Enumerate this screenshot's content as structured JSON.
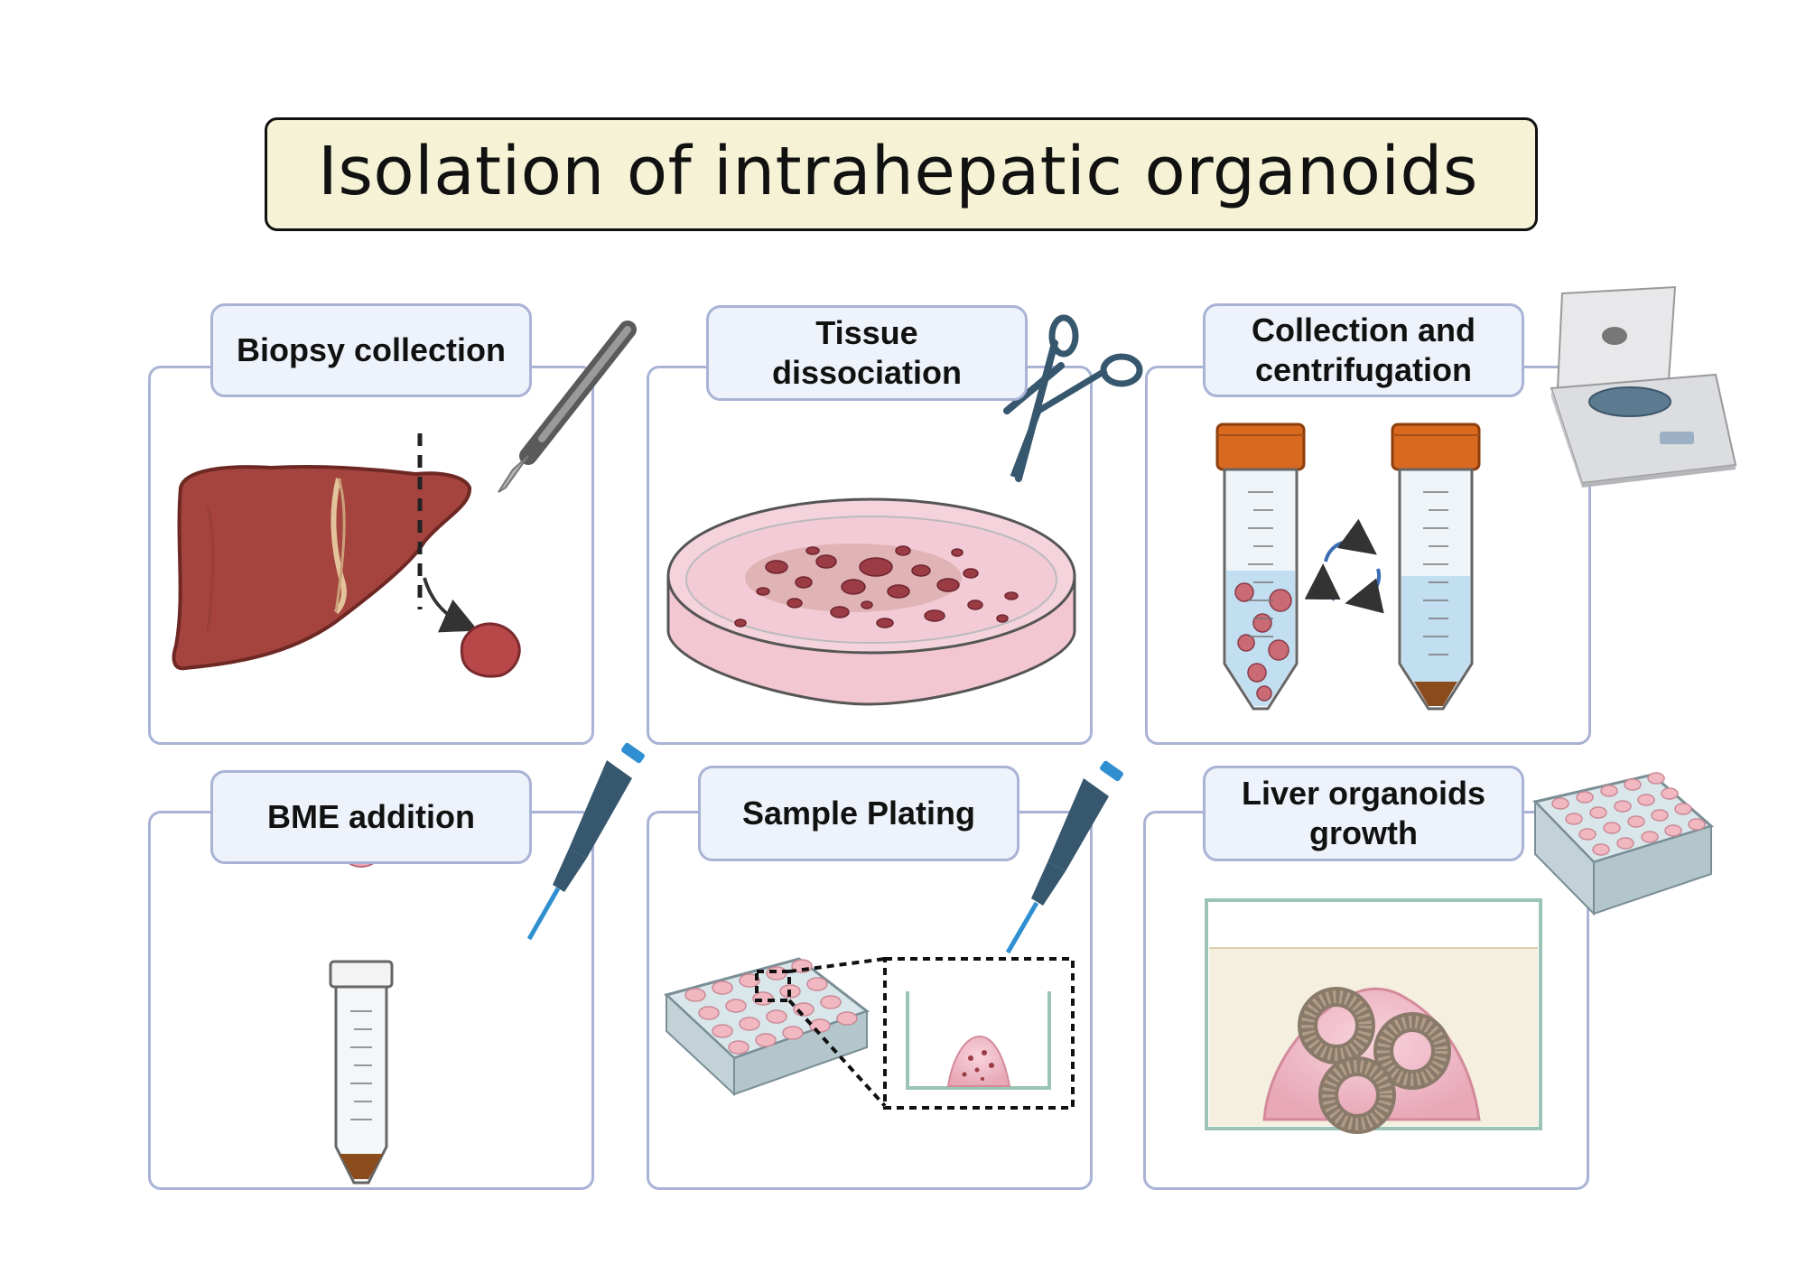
{
  "title": "Isolation of intrahepatic organoids",
  "steps": [
    {
      "label": "Biopsy collection"
    },
    {
      "label": "Tissue\ndissociation"
    },
    {
      "label": "Collection and\ncentrifugation"
    },
    {
      "label": "BME addition"
    },
    {
      "label": "Sample Plating"
    },
    {
      "label": "Liver organoids\ngrowth"
    }
  ],
  "colors": {
    "panel_border": "#a9b3d6",
    "label_fill": "#eef2fb",
    "title_fill": "#f5f2d6",
    "liver": "#a5443f",
    "tool_blue": "#36576e",
    "tube_cap": "#d9691f",
    "medium": "#f4d7de",
    "organoid_gel": "#efb5c1"
  },
  "icons": [
    "scalpel-icon",
    "liver-icon",
    "scissors-icon",
    "petri-dish-icon",
    "centrifuge-icon",
    "tube-icon",
    "cycle-arrows-icon",
    "pipette-icon",
    "droplet-icon",
    "well-plate-icon",
    "organoid-icon"
  ]
}
